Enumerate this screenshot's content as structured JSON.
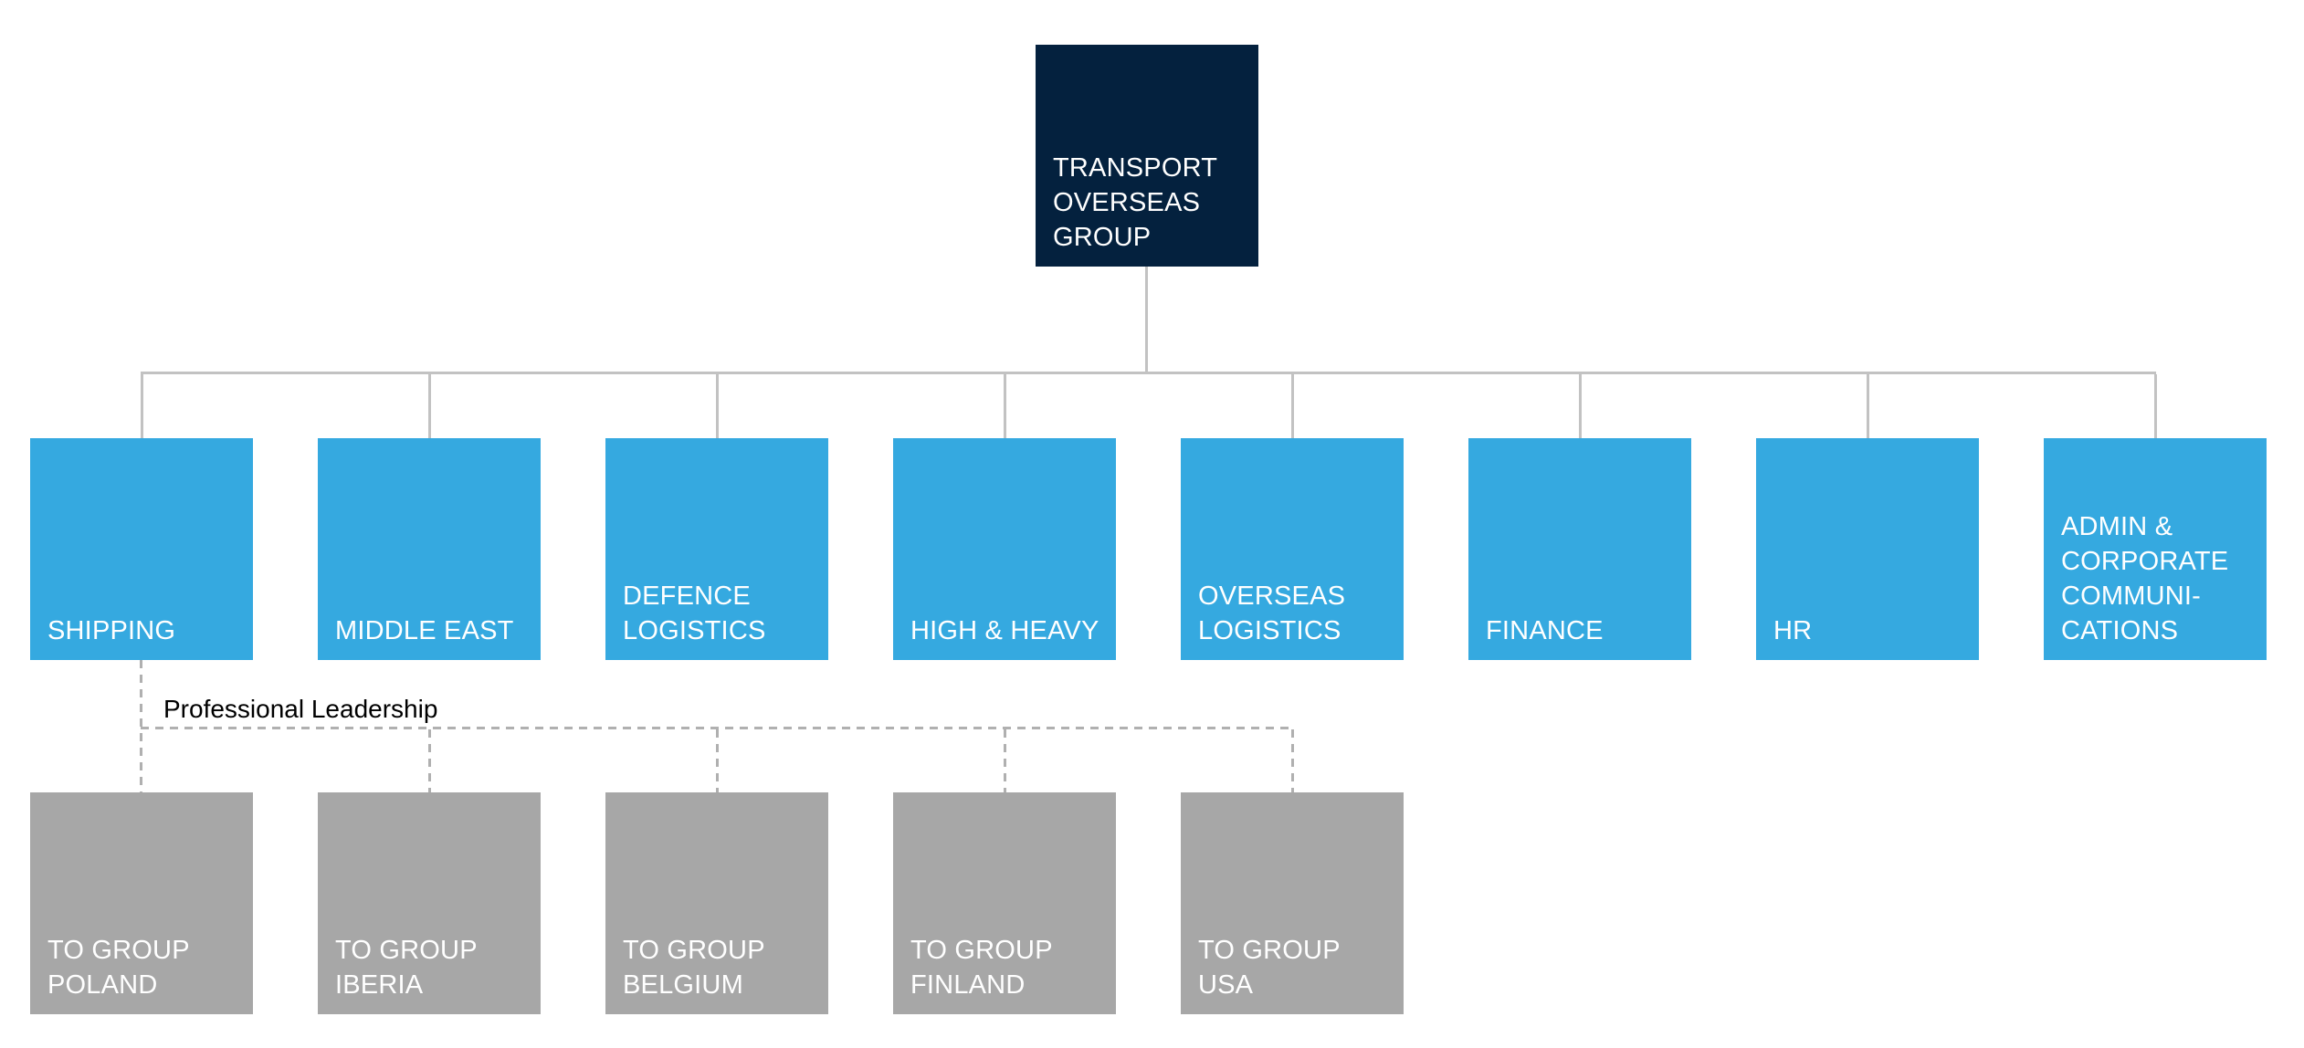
{
  "colors": {
    "root_navy": "#04213e",
    "department_blue": "#35a9e0",
    "subsidiary_gray": "#a7a7a7",
    "connector_solid": "#c2c2c2",
    "connector_dashed": "#b0b0b0",
    "box_text": "#ffffff",
    "label_text": "#000000"
  },
  "org": {
    "root": {
      "label": "TRANSPORT\nOVERSEAS\nGROUP"
    },
    "departments": [
      {
        "label": "SHIPPING"
      },
      {
        "label": "MIDDLE EAST"
      },
      {
        "label": "DEFENCE\nLOGISTICS"
      },
      {
        "label": "HIGH & HEAVY"
      },
      {
        "label": "OVERSEAS\nLOGISTICS"
      },
      {
        "label": "FINANCE"
      },
      {
        "label": "HR"
      },
      {
        "label": "ADMIN &\nCORPORATE\nCOMMUNI-\nCATIONS"
      }
    ],
    "subsidiaries": [
      {
        "label": "TO GROUP\nPOLAND"
      },
      {
        "label": "TO GROUP\nIBERIA"
      },
      {
        "label": "TO GROUP\nBELGIUM"
      },
      {
        "label": "TO GROUP\nFINLAND"
      },
      {
        "label": "TO GROUP\nUSA"
      }
    ],
    "annotation": {
      "label": "Professional Leadership"
    }
  }
}
